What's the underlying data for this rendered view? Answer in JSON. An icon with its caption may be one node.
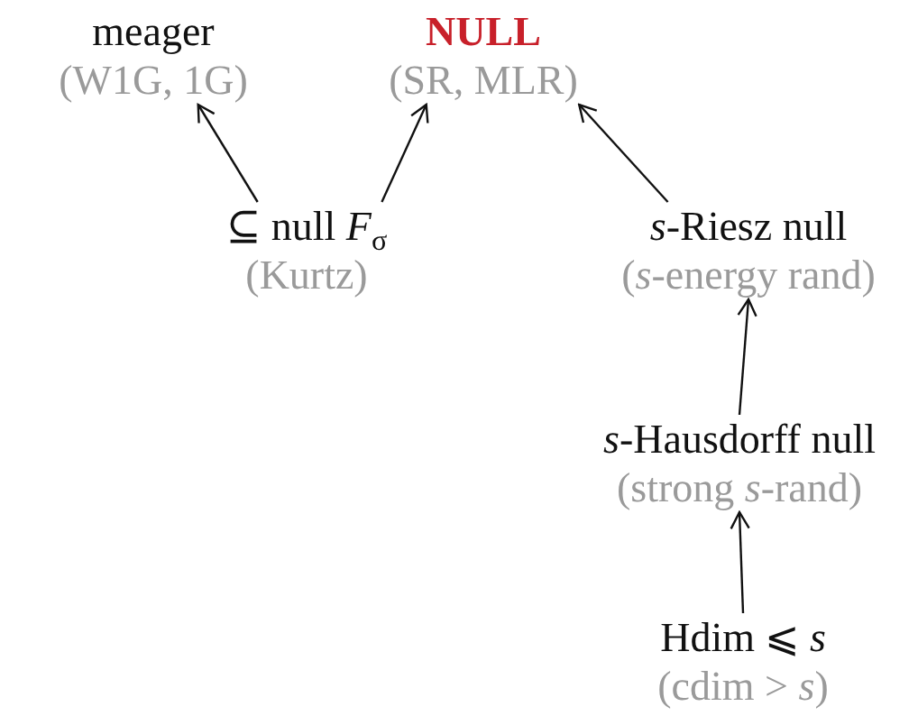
{
  "diagram": {
    "nodes": [
      {
        "text": [
          "meager",
          "(W1G, 1G)"
        ]
      },
      {
        "text": [
          "NULL",
          "(SR, MLR)"
        ]
      },
      {
        "text": [
          "⊆ null *F*$_{σ}$",
          "(Kurtz)"
        ]
      },
      {
        "text": [
          "*s*-Riesz null",
          "(*s*-energy rand)"
        ]
      },
      {
        "text": [
          "*s*-Hausdorff null",
          "(strong *s*-rand)"
        ]
      },
      {
        "text": [
          "Hdim ⩽ *s*",
          "(cdim > *s*)"
        ]
      }
    ],
    "edges": [
      {
        "from": 2,
        "to": 0,
        "arrow": "to"
      },
      {
        "from": 2,
        "to": 1,
        "arrow": "to"
      },
      {
        "from": 3,
        "to": 1,
        "arrow": "to"
      },
      {
        "from": 4,
        "to": 3,
        "arrow": "to"
      },
      {
        "from": 5,
        "to": 4,
        "arrow": "to"
      }
    ]
  }
}
